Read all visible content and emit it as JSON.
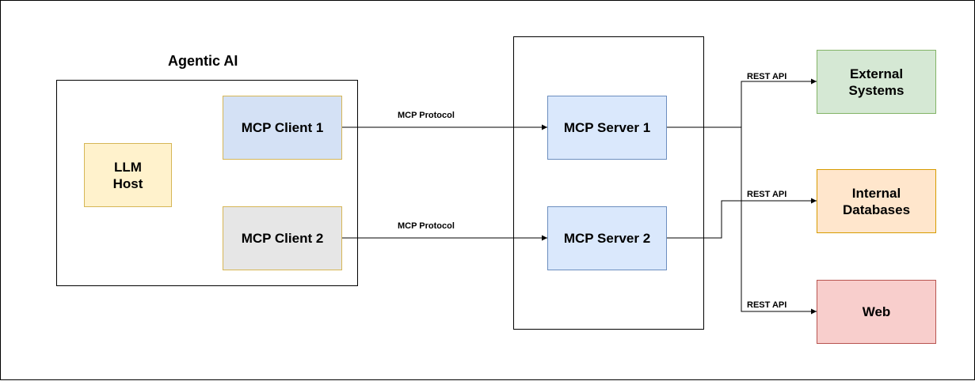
{
  "agentic_group": {
    "title": "Agentic AI"
  },
  "nodes": {
    "llm_host": {
      "label": "LLM\nHost",
      "fill": "#fff2cc",
      "stroke": "#d6b656"
    },
    "mcp_client_1": {
      "label": "MCP Client 1",
      "fill": "#d4e1f5",
      "stroke": "#d6b656"
    },
    "mcp_client_2": {
      "label": "MCP Client 2",
      "fill": "#e6e6e6",
      "stroke": "#d6b656"
    },
    "mcp_server_1": {
      "label": "MCP Server 1",
      "fill": "#dae8fc",
      "stroke": "#6c8ebf"
    },
    "mcp_server_2": {
      "label": "MCP Server 2",
      "fill": "#dae8fc",
      "stroke": "#6c8ebf"
    },
    "external_systems": {
      "label": "External\nSystems",
      "fill": "#d5e8d4",
      "stroke": "#82b366"
    },
    "internal_databases": {
      "label": "Internal\nDatabases",
      "fill": "#ffe6cc",
      "stroke": "#d79b00"
    },
    "web": {
      "label": "Web",
      "fill": "#f8cecc",
      "stroke": "#b85450"
    }
  },
  "edge_labels": {
    "client1_server1": "MCP Protocol",
    "client2_server2": "MCP Protocol",
    "to_external": "REST API",
    "to_internal": "REST API",
    "to_web": "REST API"
  }
}
